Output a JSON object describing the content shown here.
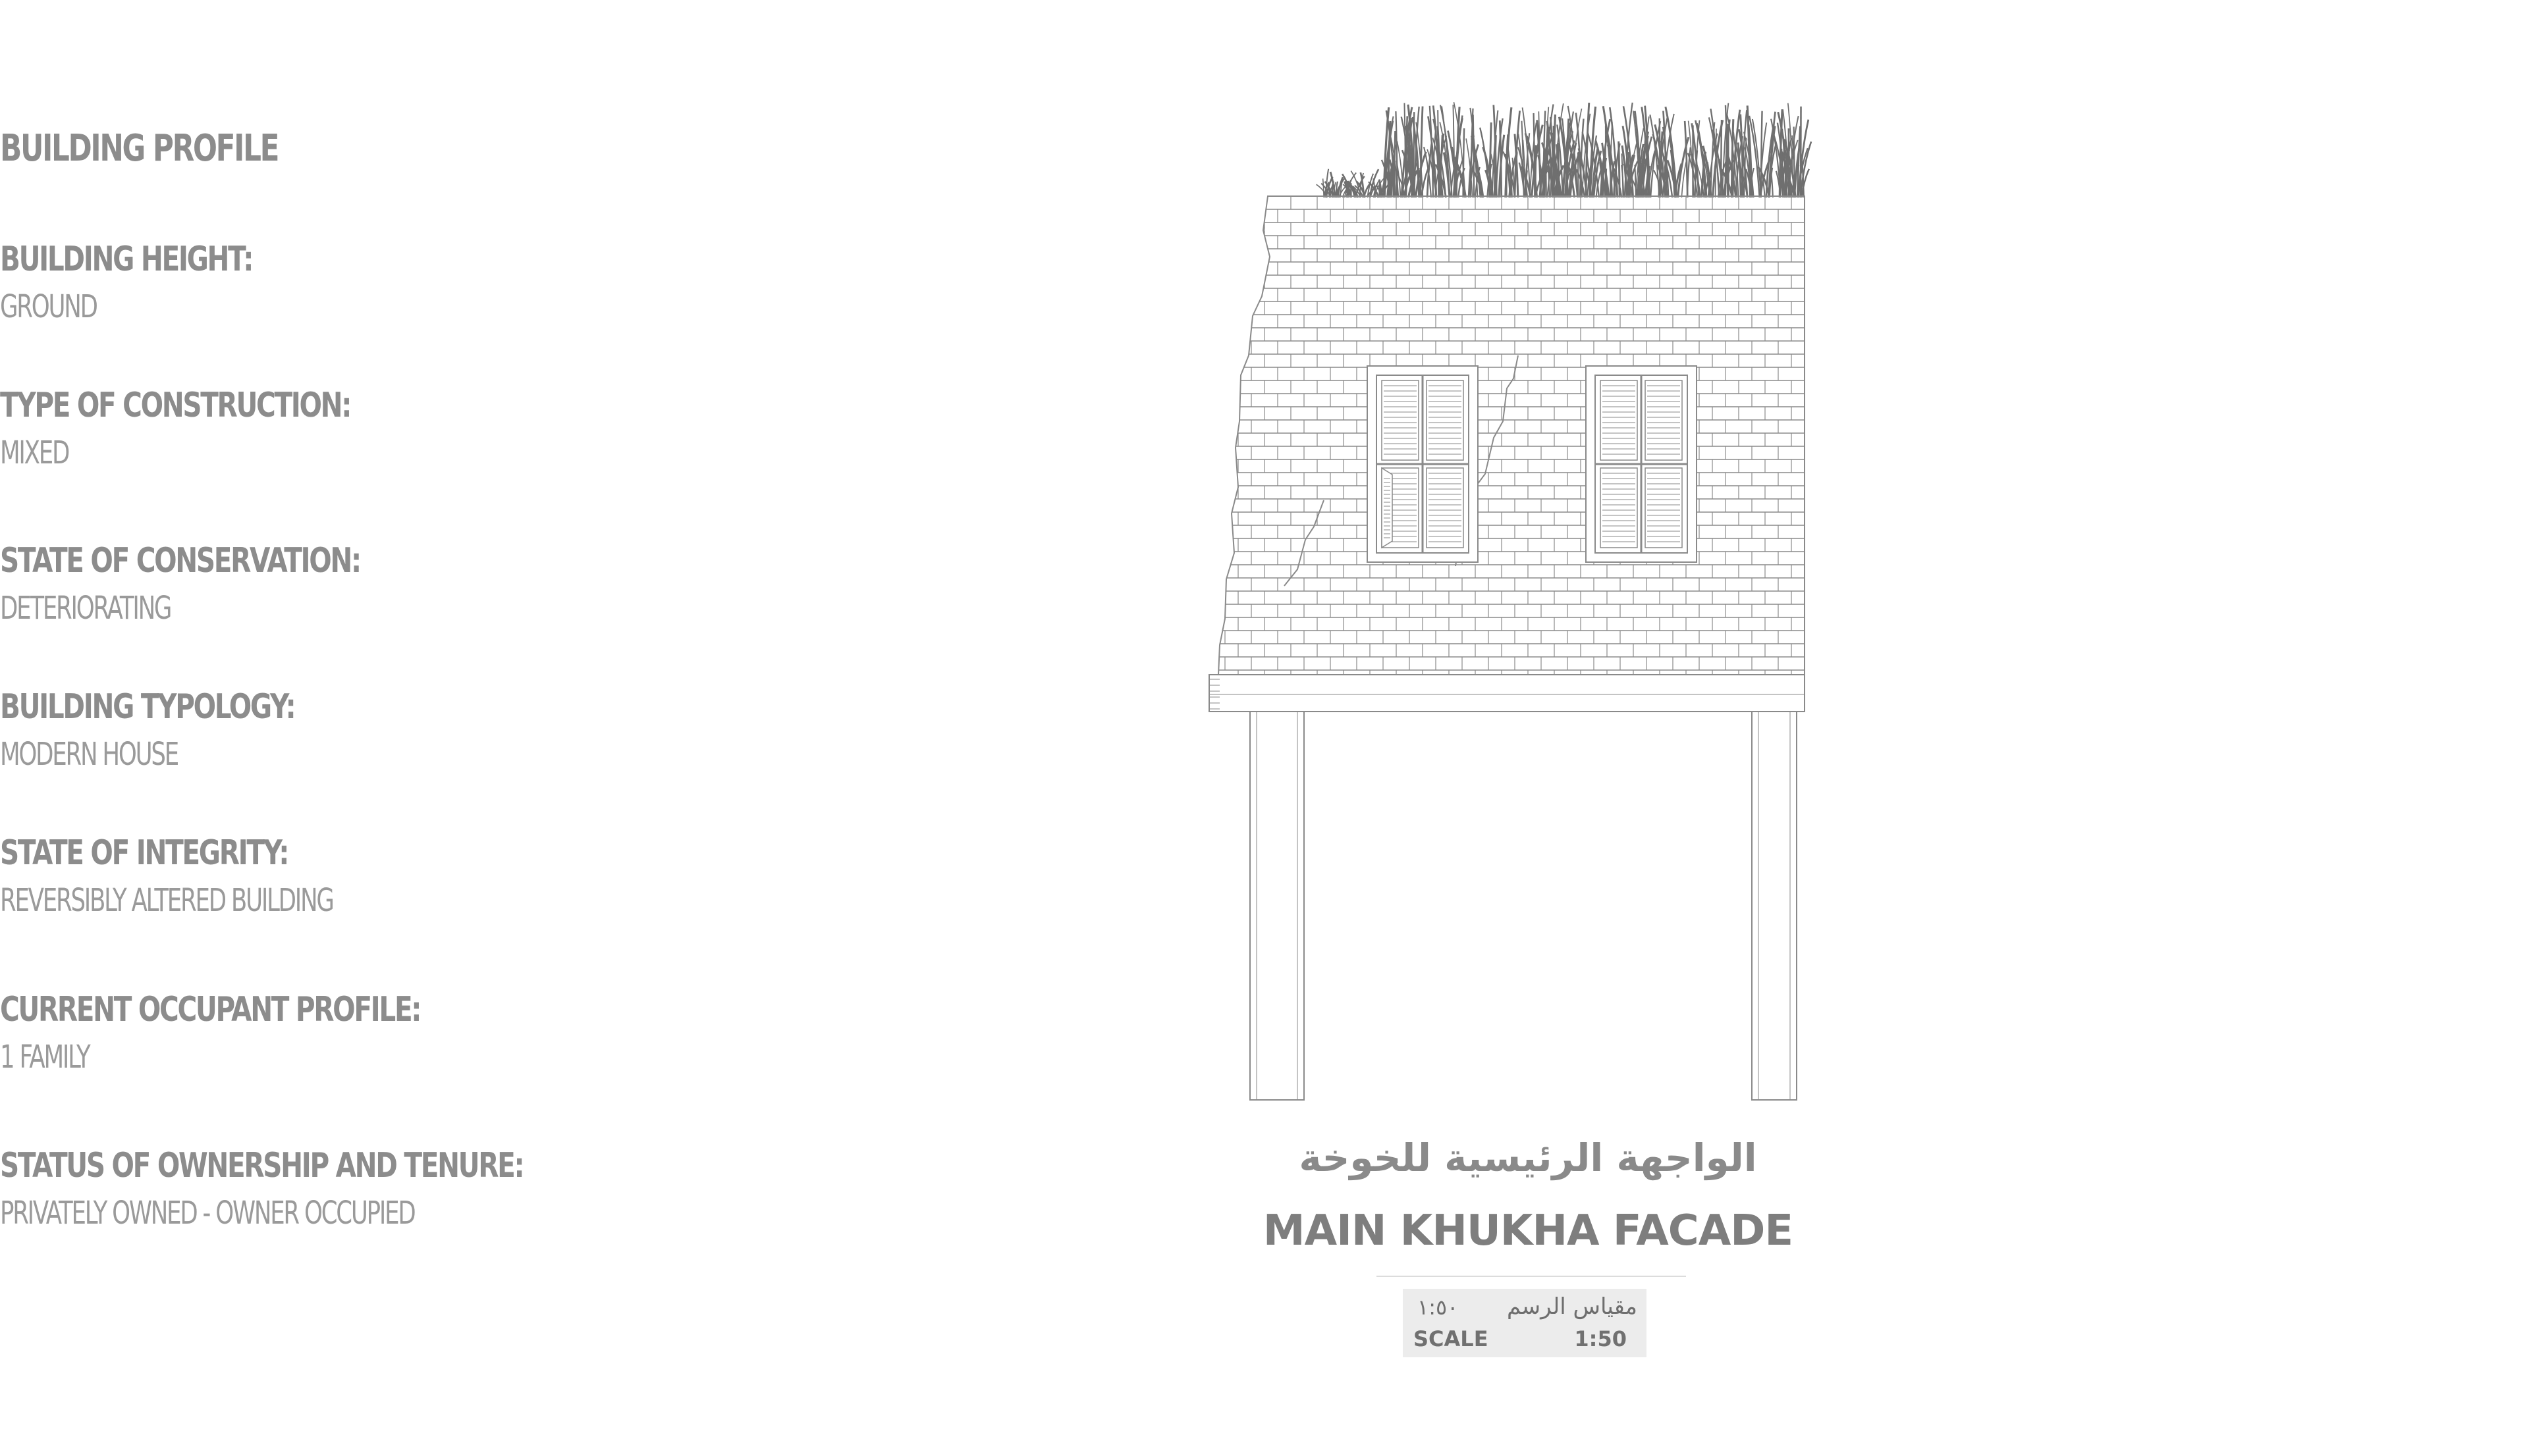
{
  "profile": {
    "title": "BUILDING PROFILE",
    "fields": [
      {
        "label": "BUILDING HEIGHT:",
        "value": "GROUND"
      },
      {
        "label": "TYPE OF CONSTRUCTION:",
        "value": "MIXED"
      },
      {
        "label": "STATE OF CONSERVATION:",
        "value": "DETERIORATING"
      },
      {
        "label": "BUILDING TYPOLOGY:",
        "value": "MODERN HOUSE"
      },
      {
        "label": "STATE OF INTEGRITY:",
        "value": "REVERSIBLY ALTERED BUILDING"
      },
      {
        "label": "CURRENT OCCUPANT PROFILE:",
        "value": "1 FAMILY"
      },
      {
        "label": "STATUS OF OWNERSHIP AND TENURE:",
        "value": "PRIVATELY OWNED - OWNER OCCUPIED"
      }
    ]
  },
  "drawing": {
    "title_arabic": "الواجهة الرئيسية للخوخة",
    "title": "MAIN KHUKHA FACADE",
    "scale": {
      "label_arabic": "مقياس الرسم",
      "ratio_arabic": "١:٥٠",
      "label": "SCALE",
      "ratio": "1:50"
    },
    "line_color": "#8a8a8a",
    "grass_color": "#6f6f6f"
  }
}
